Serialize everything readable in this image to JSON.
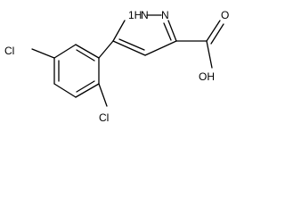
{
  "molecule": {
    "labels": {
      "nh": "1H",
      "n_h": "N",
      "n": "N",
      "cl_left": "Cl",
      "cl_bottom": "Cl",
      "oh": "OH",
      "o": "O"
    },
    "colors": {
      "bond": "#000000",
      "text": "#000000",
      "background": "#ffffff"
    }
  }
}
